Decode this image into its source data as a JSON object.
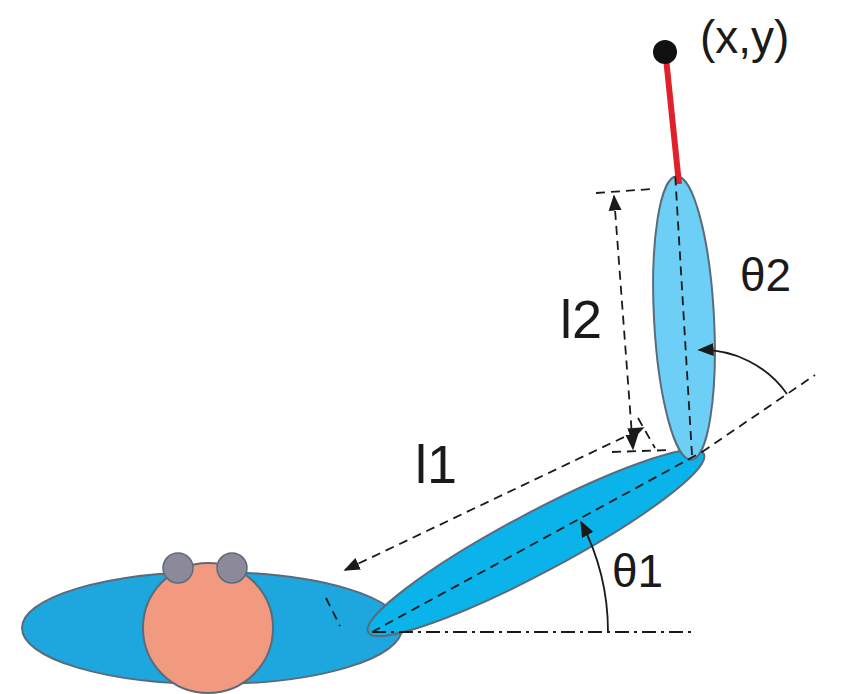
{
  "diagram": {
    "labels": [
      "(x,y)",
      "l2",
      "θ2",
      "l1",
      "θ1"
    ]
  }
}
